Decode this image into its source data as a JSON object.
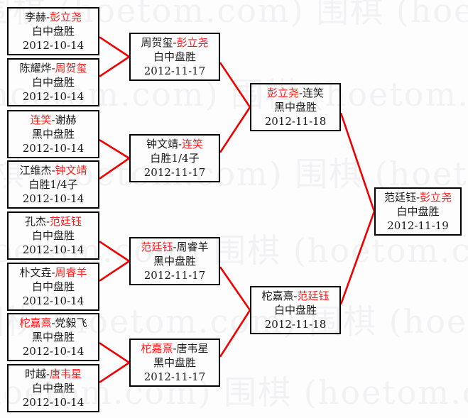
{
  "watermark": {
    "text": "围棋 (hoetom.com)",
    "color": "#f2f2f4"
  },
  "colors": {
    "winner": "#ff1a1a",
    "loser": "#1a1a1a",
    "connector": "#f00000",
    "box_border": "#000000"
  },
  "bracket": {
    "rounds": [
      {
        "name": "round-of-16",
        "matches": [
          {
            "id": "r1m1",
            "left": "李赫",
            "right": "彭立尧",
            "winner": "right",
            "result": "白中盘胜",
            "date": "2012-10-14"
          },
          {
            "id": "r1m2",
            "left": "陈耀烨",
            "right": "周贺玺",
            "winner": "right",
            "result": "白中盘胜",
            "date": "2012-10-14"
          },
          {
            "id": "r1m3",
            "left": "连笑",
            "right": "谢赫",
            "winner": "left",
            "result": "黑中盘胜",
            "date": "2012-10-14"
          },
          {
            "id": "r1m4",
            "left": "江维杰",
            "right": "钟文靖",
            "winner": "right",
            "result": "白胜1/4子",
            "date": "2012-10-14"
          },
          {
            "id": "r1m5",
            "left": "孔杰",
            "right": "范廷钰",
            "winner": "right",
            "result": "白中盘胜",
            "date": "2012-10-14"
          },
          {
            "id": "r1m6",
            "left": "朴文垚",
            "right": "周睿羊",
            "winner": "right",
            "result": "白中盘胜",
            "date": "2012-10-14"
          },
          {
            "id": "r1m7",
            "left": "柁嘉熹",
            "right": "党毅飞",
            "winner": "left",
            "result": "黑中盘胜",
            "date": "2012-10-14"
          },
          {
            "id": "r1m8",
            "left": "时越",
            "right": "唐韦星",
            "winner": "right",
            "result": "白中盘胜",
            "date": "2012-10-14"
          }
        ]
      },
      {
        "name": "quarter-finals",
        "matches": [
          {
            "id": "r2m1",
            "left": "周贺玺",
            "right": "彭立尧",
            "winner": "right",
            "result": "白中盘胜",
            "date": "2012-11-17"
          },
          {
            "id": "r2m2",
            "left": "钟文靖",
            "right": "连笑",
            "winner": "right",
            "result": "白胜1/4子",
            "date": "2012-11-17"
          },
          {
            "id": "r2m3",
            "left": "范廷钰",
            "right": "周睿羊",
            "winner": "left",
            "result": "黑中盘胜",
            "date": "2012-11-17"
          },
          {
            "id": "r2m4",
            "left": "柁嘉熹",
            "right": "唐韦星",
            "winner": "left",
            "result": "黑中盘胜",
            "date": "2012-11-17"
          }
        ]
      },
      {
        "name": "semi-finals",
        "matches": [
          {
            "id": "r3m1",
            "left": "彭立尧",
            "right": "连笑",
            "winner": "left",
            "result": "黑中盘胜",
            "date": "2012-11-18"
          },
          {
            "id": "r3m2",
            "left": "柁嘉熹",
            "right": "范廷钰",
            "winner": "right",
            "result": "白中盘胜",
            "date": "2012-11-18"
          }
        ]
      },
      {
        "name": "final",
        "matches": [
          {
            "id": "r4m1",
            "left": "范廷钰",
            "right": "彭立尧",
            "winner": "right",
            "result": "白中盘胜",
            "date": "2012-11-19"
          }
        ]
      }
    ]
  },
  "layout": {
    "round_x": [
      10,
      182,
      352,
      527
    ],
    "round_w": [
      130,
      128,
      128,
      123
    ],
    "box_h": [
      68,
      68,
      68,
      68
    ],
    "round_y": [
      [
        10,
        82,
        155,
        226,
        298,
        370,
        441,
        513
      ],
      [
        46,
        189,
        334,
        477
      ],
      [
        117,
        403
      ],
      [
        264
      ]
    ]
  }
}
